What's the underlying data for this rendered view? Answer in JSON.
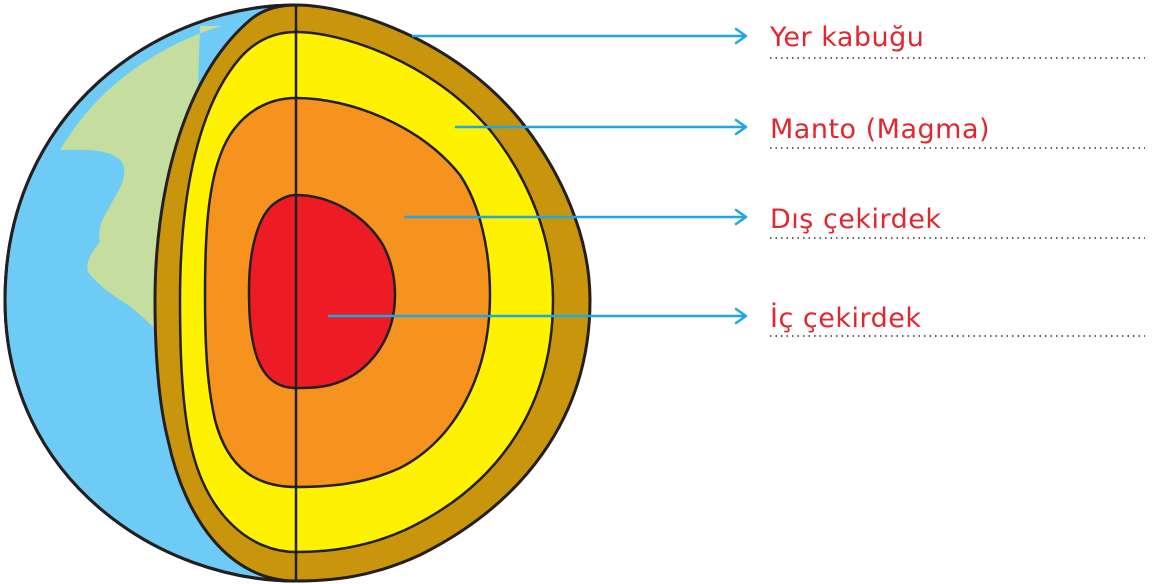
{
  "colors": {
    "label_text": "#e3262e",
    "pointer_line": "#1fa6e3",
    "ocean": "#6ecbf5",
    "land": "#c5de9f",
    "crust": "#c8950c",
    "mantle": "#fff200",
    "outer_core": "#f6921e",
    "inner_core": "#ed1c24",
    "outline": "#231f20",
    "dotted_rule": "#333333"
  },
  "layers": [
    {
      "key": "crust",
      "label": "Yer kabuğu"
    },
    {
      "key": "mantle",
      "label": "Manto (Magma)"
    },
    {
      "key": "outer_core",
      "label": "Dış çekirdek"
    },
    {
      "key": "inner_core",
      "label": "İç çekirdek"
    }
  ]
}
